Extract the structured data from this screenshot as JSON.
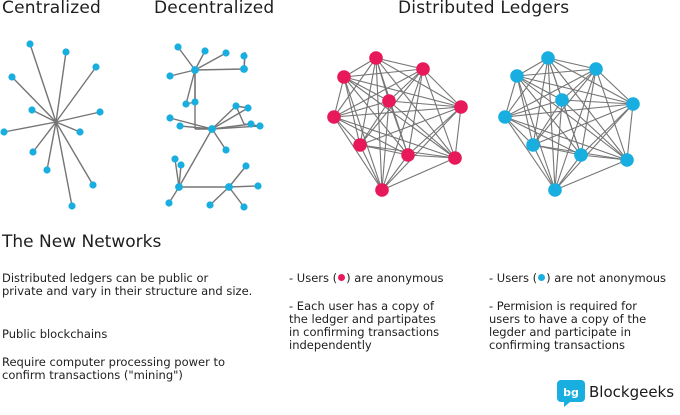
{
  "titles": {
    "centralized": "Centralized",
    "decentralized": "Decentralized",
    "distributed": "Distributed Ledgers"
  },
  "section": {
    "heading": "The New Networks",
    "left_para1_line1": "Distributed ledgers can be public or",
    "left_para1_line2": "private and vary in their structure and size.",
    "left_para2": "Public blockchains",
    "left_para3_line1": "Require computer processing power to",
    "left_para3_line2": "confirm transactions (\"mining\")"
  },
  "middle": {
    "users_prefix": "- Users (",
    "users_suffix": ") are anonymous",
    "copy_lines": [
      "- Each user has a copy of",
      "the ledger and partipates",
      "in confirming transactions",
      "independently"
    ]
  },
  "right": {
    "users_prefix": "- Users (",
    "users_suffix": ")  are  not anonymous",
    "perm_lines": [
      "- Permision is required for",
      "users to have a copy of the",
      "legder and participate in",
      "confirming transactions"
    ]
  },
  "logo": {
    "text": "Blockgeeks"
  },
  "colors": {
    "blue": "#19aee0",
    "pink": "#e8195a",
    "line": "#757575",
    "text": "#1e1e1e"
  }
}
